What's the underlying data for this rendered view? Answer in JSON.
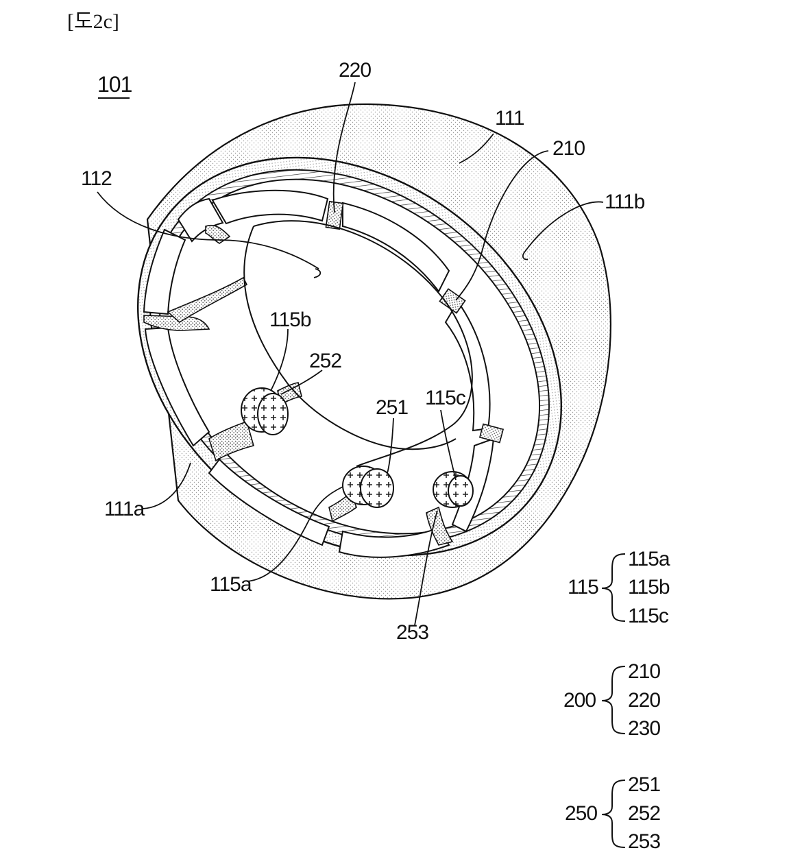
{
  "figure": {
    "title": "[도2c]",
    "main_ref": "101"
  },
  "callouts": {
    "c111": "111",
    "c112": "112",
    "c210": "210",
    "c220": "220",
    "c111b": "111b",
    "c111a": "111a",
    "c115b": "115b",
    "c252": "252",
    "c251": "251",
    "c115c": "115c",
    "c115a": "115a",
    "c253": "253"
  },
  "legend": {
    "g115": {
      "parent": "115",
      "children": [
        "115a",
        "115b",
        "115c"
      ]
    },
    "g200": {
      "parent": "200",
      "children": [
        "210",
        "220",
        "230"
      ]
    },
    "g250": {
      "parent": "250",
      "children": [
        "251",
        "252",
        "253"
      ]
    }
  }
}
